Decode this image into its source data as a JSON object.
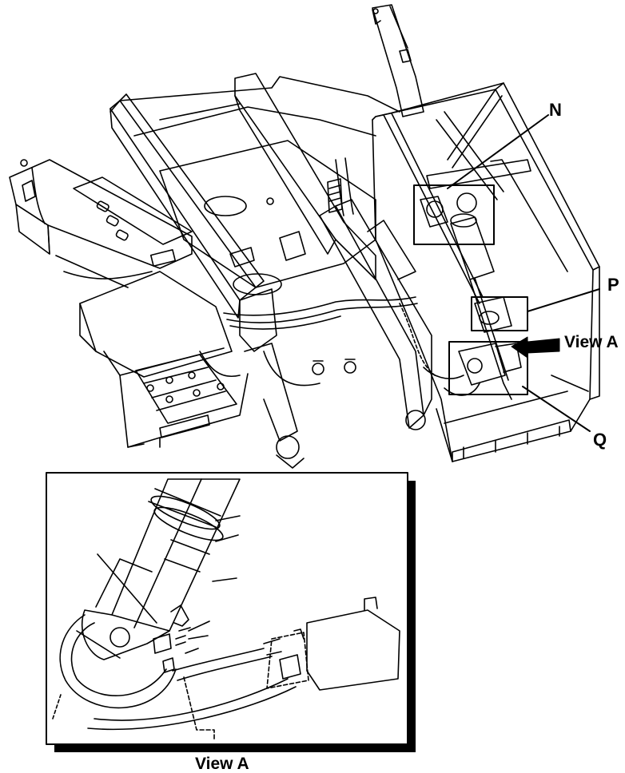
{
  "callouts": {
    "n": "N",
    "p": "P",
    "q": "Q",
    "view_a_arrow": "View A"
  },
  "detail": {
    "caption": "View A"
  },
  "colors": {
    "ink": "#000000",
    "paper": "#ffffff"
  }
}
